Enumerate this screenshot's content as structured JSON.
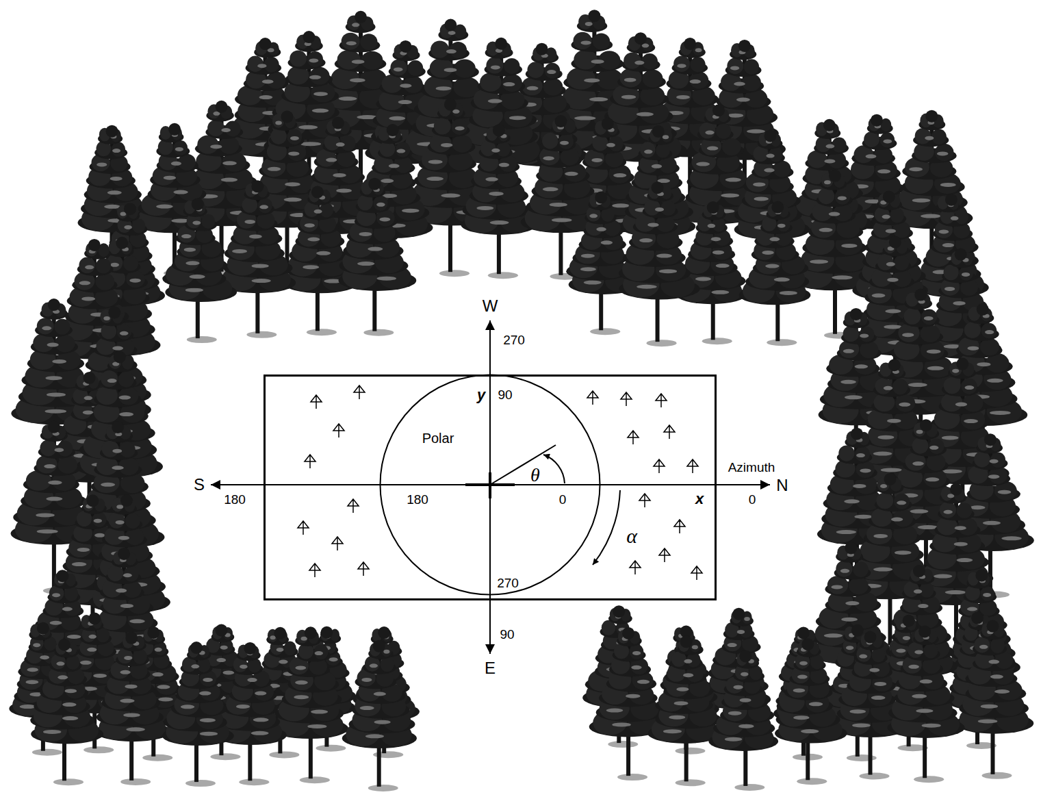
{
  "diagram": {
    "nodes": [
      {
        "text": [
          "x",
          "α"
        ]
      },
      {
        "text": [
          "y",
          "90",
          "Polar",
          "θ",
          "180",
          "0",
          "270"
        ],
        "in": 0
      }
    ],
    "labels": [
      "W",
      "270",
      "S",
      "180",
      "Azimuth",
      "N",
      "0",
      "90",
      "E"
    ]
  }
}
